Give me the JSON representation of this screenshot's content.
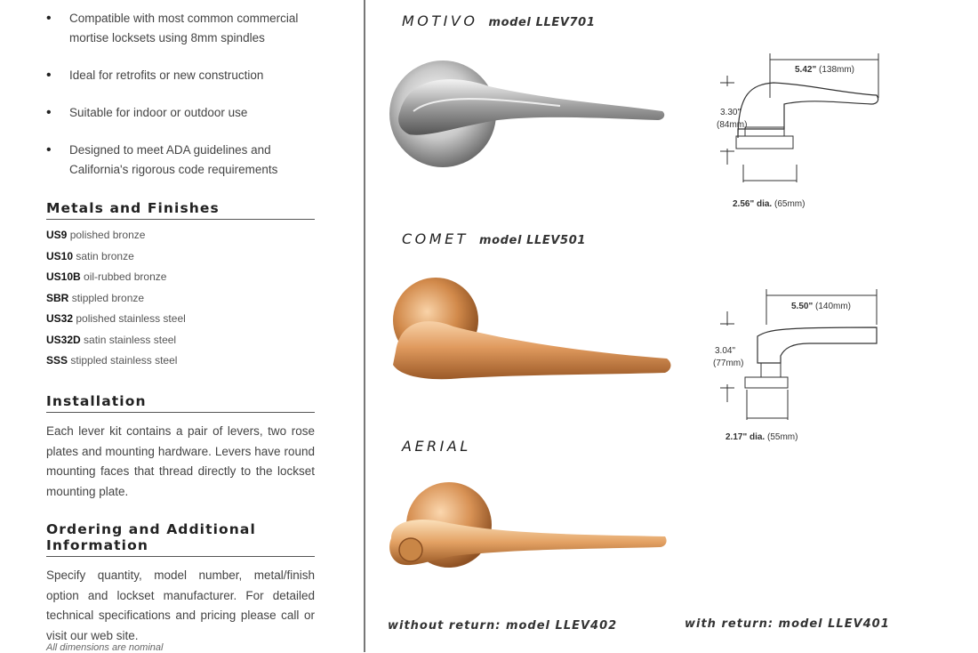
{
  "bullets": [
    "Compatible with most common commercial mortise locksets using 8mm spindles",
    "Ideal for retrofits or new construction",
    "Suitable for indoor or outdoor use",
    "Designed to meet ADA guidelines and California's rigorous code requirements"
  ],
  "finishes": {
    "heading": "Metals and Finishes",
    "items": [
      {
        "code": "US9",
        "desc": "polished bronze"
      },
      {
        "code": "US10",
        "desc": "satin bronze"
      },
      {
        "code": "US10B",
        "desc": "oil-rubbed bronze"
      },
      {
        "code": "SBR",
        "desc": "stippled bronze"
      },
      {
        "code": "US32",
        "desc": "polished stainless steel"
      },
      {
        "code": "US32D",
        "desc": "satin stainless steel"
      },
      {
        "code": "SSS",
        "desc": "stippled stainless steel"
      }
    ]
  },
  "installation": {
    "heading": "Installation",
    "text": "Each lever kit contains a pair of levers, two rose plates and mounting hardware. Levers have round mounting faces that thread directly to the lockset mounting plate."
  },
  "ordering": {
    "heading": "Ordering and Additional Information",
    "text": "Specify quantity, model number, metal/finish option and lockset manufacturer. For detailed technical specifications and pricing please call or visit our web site."
  },
  "footnote_partial": "All dimensions are nominal",
  "models": {
    "motivo": {
      "name": "MOTIVO",
      "model": "model LLEV701",
      "dims": {
        "length": "5.42\"",
        "length_mm": "(138mm)",
        "height": "3.30\"",
        "height_mm": "(84mm)",
        "dia": "2.56\" dia.",
        "dia_mm": "(65mm)"
      }
    },
    "comet": {
      "name": "COMET",
      "model": "model LLEV501",
      "dims": {
        "length": "5.50\"",
        "length_mm": "(140mm)",
        "height": "3.04\"",
        "height_mm": "(77mm)",
        "dia": "2.17\" dia.",
        "dia_mm": "(55mm)"
      }
    },
    "aerial": {
      "name": "AERIAL",
      "without_return": "without return: model LLEV402",
      "with_return": "with return: model LLEV401"
    }
  },
  "colors": {
    "chrome": "#b8b8b8",
    "brass": "#d8955a",
    "rule": "#555555"
  }
}
